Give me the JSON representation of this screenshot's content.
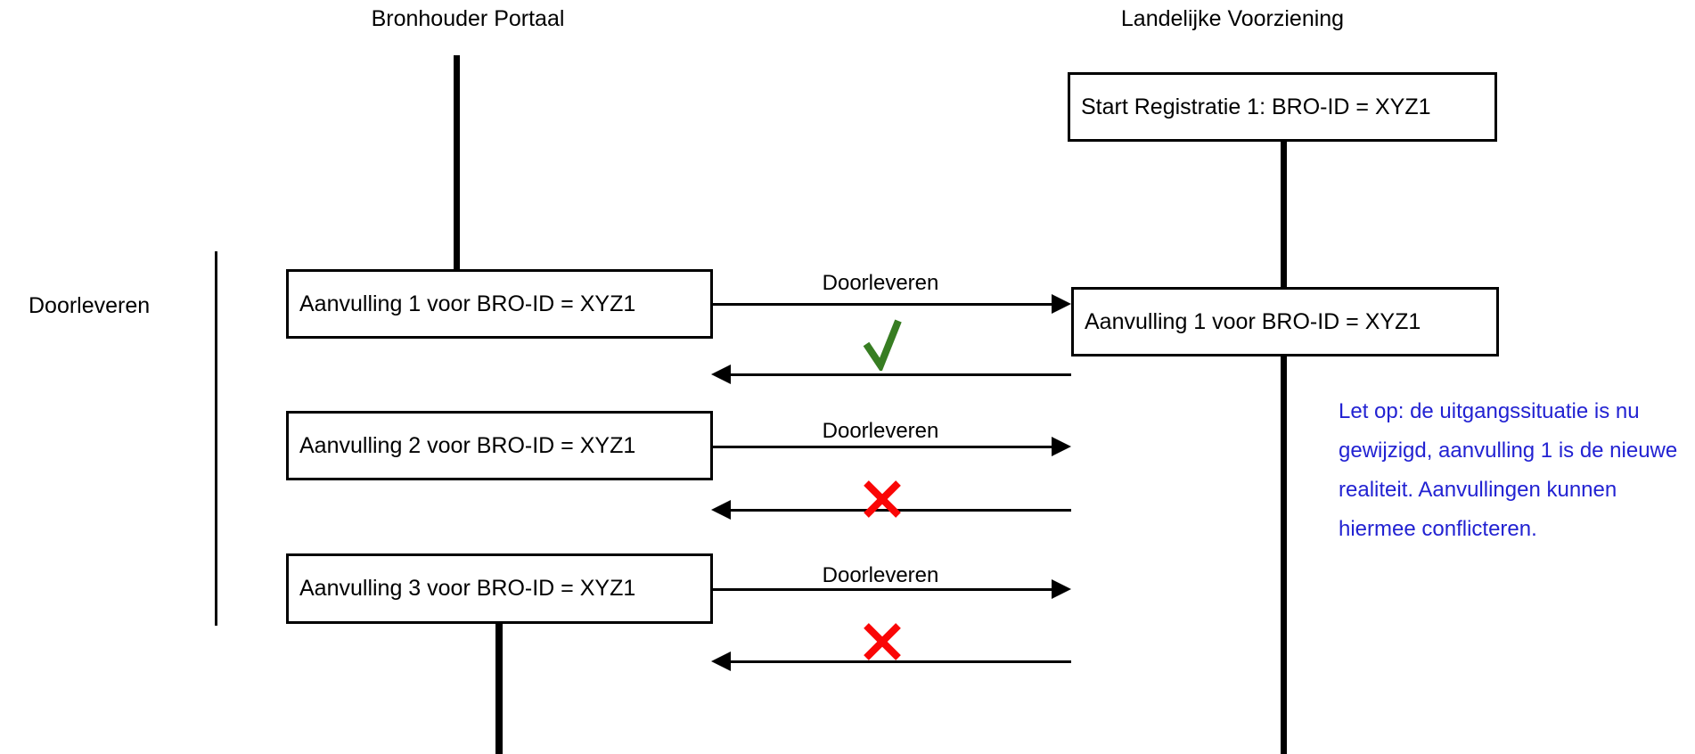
{
  "diagram": {
    "actors": {
      "left": "Bronhouder Portaal",
      "right": "Landelijke Voorziening"
    },
    "group_label": "Doorleveren",
    "boxes": {
      "start_registratie": "Start Registratie 1: BRO-ID = XYZ1",
      "aanvulling_1_left": "Aanvulling 1 voor BRO-ID = XYZ1",
      "aanvulling_2_left": "Aanvulling 2 voor BRO-ID = XYZ1",
      "aanvulling_3_left": "Aanvulling 3 voor BRO-ID = XYZ1",
      "aanvulling_1_right": "Aanvulling 1 voor BRO-ID = XYZ1"
    },
    "arrow_labels": {
      "doorleveren_1": "Doorleveren",
      "doorleveren_2": "Doorleveren",
      "doorleveren_3": "Doorleveren"
    },
    "icons": {
      "check": "success-check-icon",
      "cross": "failure-cross-icon"
    },
    "note": {
      "lines": [
        "Let op: de uitgangssituatie is nu",
        "gewijzigd, aanvulling 1 is de nieuwe",
        "realiteit. Aanvullingen kunnen",
        "hiermee conflicteren."
      ]
    },
    "colors": {
      "line": "#000000",
      "success_green": "#377d22",
      "error_red": "#fa0606",
      "note_blue": "#2222d2"
    }
  }
}
